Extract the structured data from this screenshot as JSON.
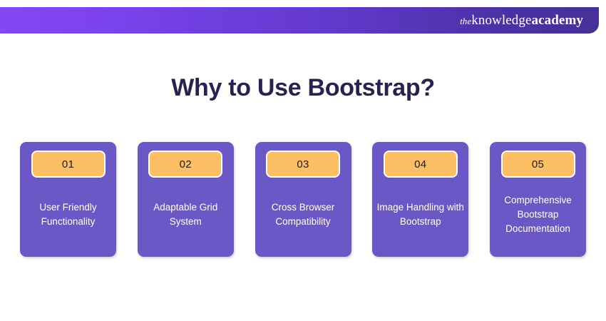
{
  "header": {
    "brand": {
      "the": "the",
      "knowledge": "knowledge",
      "academy": "academy",
      "full_text": "theknowledgeacademy"
    },
    "gradient_start": "#8347F5",
    "gradient_end": "#473099"
  },
  "title": {
    "text": "Why to Use Bootstrap?",
    "color": "#2B2150"
  },
  "colors": {
    "card_background": "#6B58C6",
    "badge_background": "#FDBF64",
    "badge_border": "#FFFFFF",
    "card_text": "#FFFFFF",
    "page_background": "#FFFFFF"
  },
  "cards": [
    {
      "number": "01",
      "label": "User Friendly Functionality"
    },
    {
      "number": "02",
      "label": "Adaptable Grid System"
    },
    {
      "number": "03",
      "label": "Cross Browser Compatibility"
    },
    {
      "number": "04",
      "label": "Image Handling with Bootstrap"
    },
    {
      "number": "05",
      "label": "Comprehensive Bootstrap Documentation"
    }
  ]
}
